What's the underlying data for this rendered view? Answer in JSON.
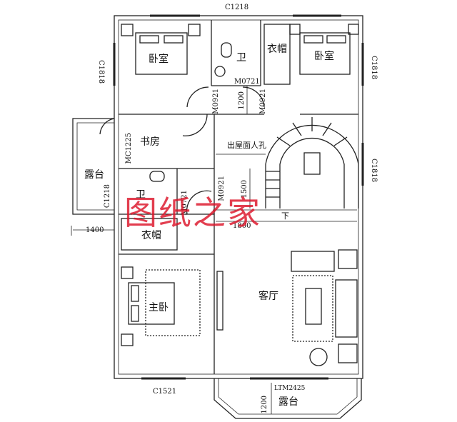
{
  "rooms": {
    "bedroom_left": "卧室",
    "bathroom_top": "卫",
    "wardrobe_top": "衣帽",
    "bedroom_right": "卧室",
    "study": "书房",
    "terrace_left": "露台",
    "bathroom_mid": "卫",
    "wardrobe_mid": "衣帽",
    "master_bedroom": "主卧",
    "living_room": "客厅",
    "terrace_bottom": "露台"
  },
  "labels": {
    "roof_access": "出屋面人孔",
    "stair_down": "下"
  },
  "dimensions": {
    "top_window": "C1218",
    "left_window_top": "C1818",
    "right_window_top": "C1818",
    "right_window_mid": "C1818",
    "left_window_terrace": "C1218",
    "door_bath_left": "M0921",
    "door_bath_right": "M0921",
    "door_top_horizontal": "M0721",
    "door_study": "MC1225",
    "door_hall": "M0921",
    "door_mid_bath": "M0721",
    "dim_1200_top": "1200",
    "dim_1500": "1500",
    "dim_1800": "1800",
    "dim_1400": "1400",
    "bottom_window": "C1521",
    "bottom_door": "LTM2425",
    "dim_1200_bottom": "1200"
  },
  "watermark": "图纸之家"
}
